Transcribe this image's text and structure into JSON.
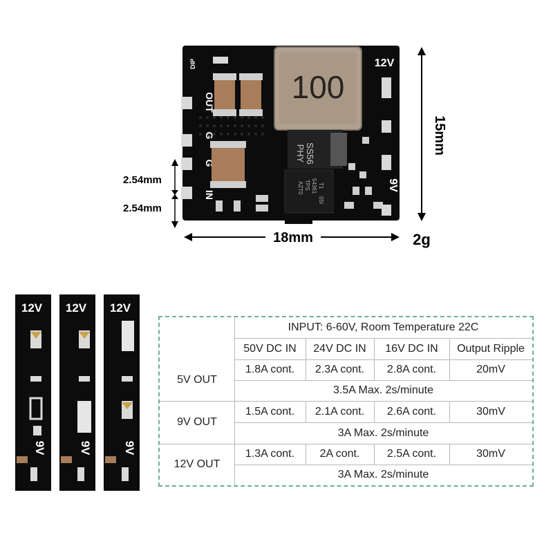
{
  "board": {
    "inductor_marking": "100",
    "diode_marking": [
      "SS56",
      "PHY"
    ],
    "ic_marking": [
      "TPS",
      "54361",
      "T1",
      "05I",
      "AZT0"
    ],
    "silk_12v": "12V",
    "silk_9v": "9V",
    "silk_out": "OUT",
    "silk_g1": "G",
    "silk_g2": "G",
    "silk_in": "IN",
    "silk_dip": "DIP",
    "colors": {
      "pcb": "#0c0c0c",
      "pad": "#d9d9d9",
      "capacitor": "#a77d5a",
      "inductor": "#b0a090"
    }
  },
  "dimensions": {
    "height": "15mm",
    "width": "18mm",
    "pitch_1": "2.54mm",
    "pitch_2": "2.54mm",
    "weight": "2g"
  },
  "variants": [
    {
      "label_top": "12V",
      "label_bottom": "9V",
      "pad_12v": "solder",
      "pad_9v": "open"
    },
    {
      "label_top": "12V",
      "label_bottom": "9V",
      "pad_12v": "solder",
      "pad_9v": "bridged"
    },
    {
      "label_top": "12V",
      "label_bottom": "9V",
      "pad_12v": "bridged",
      "pad_9v": "solder"
    }
  ],
  "spec_table": {
    "header_top": "INPUT: 6-60V,  Room Temperature 22C",
    "columns": [
      "50V DC IN",
      "24V DC IN",
      "16V DC IN",
      "Output Ripple"
    ],
    "rows": [
      {
        "label": "5V OUT",
        "values": [
          "1.8A cont.",
          "2.3A cont.",
          "2.8A cont.",
          "20mV"
        ],
        "max": "3.5A Max.  2s/minute"
      },
      {
        "label": "9V OUT",
        "values": [
          "1.5A cont.",
          "2.1A cont.",
          "2.6A cont.",
          "30mV"
        ],
        "max": "3A Max.  2s/minute"
      },
      {
        "label": "12V OUT",
        "values": [
          "1.3A cont.",
          "2A cont.",
          "2.5A cont.",
          "30mV"
        ],
        "max": "3A Max.  2s/minute"
      }
    ]
  }
}
